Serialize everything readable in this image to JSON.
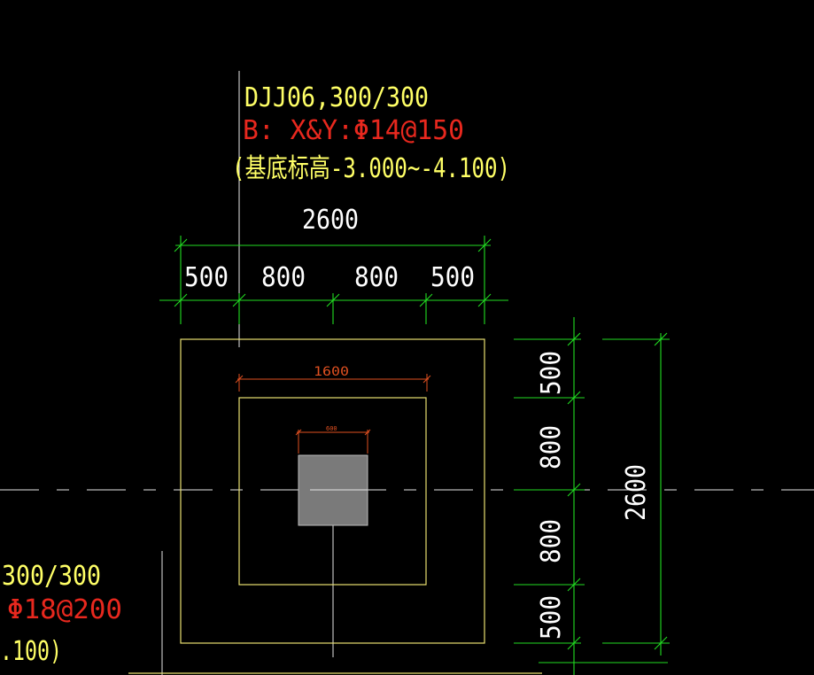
{
  "colors": {
    "background": "#000000",
    "annotation_yellow": "#ffff66",
    "annotation_red": "#e8281e",
    "dimension_green": "#22dd22",
    "outline_yellow": "#e8e070",
    "inner_dim_red": "#e05020",
    "column_fill": "#7a7a7a",
    "axis_white": "#e6e6e6"
  },
  "footing_main": {
    "label": "DJJ06,300/300",
    "rebar": "B: X&Y:Φ14@150",
    "elevation": "(基底标高-3.000~-4.100)"
  },
  "footing_partial": {
    "label": "300/300",
    "rebar": "Φ18@200",
    "elevation": ".100)"
  },
  "dimensions": {
    "overall_top": "2600",
    "segments_top": [
      "500",
      "800",
      "800",
      "500"
    ],
    "inner_width": "1600",
    "column_width": "600",
    "segments_right": [
      "500",
      "800",
      "800",
      "500"
    ],
    "overall_right": "2600"
  }
}
